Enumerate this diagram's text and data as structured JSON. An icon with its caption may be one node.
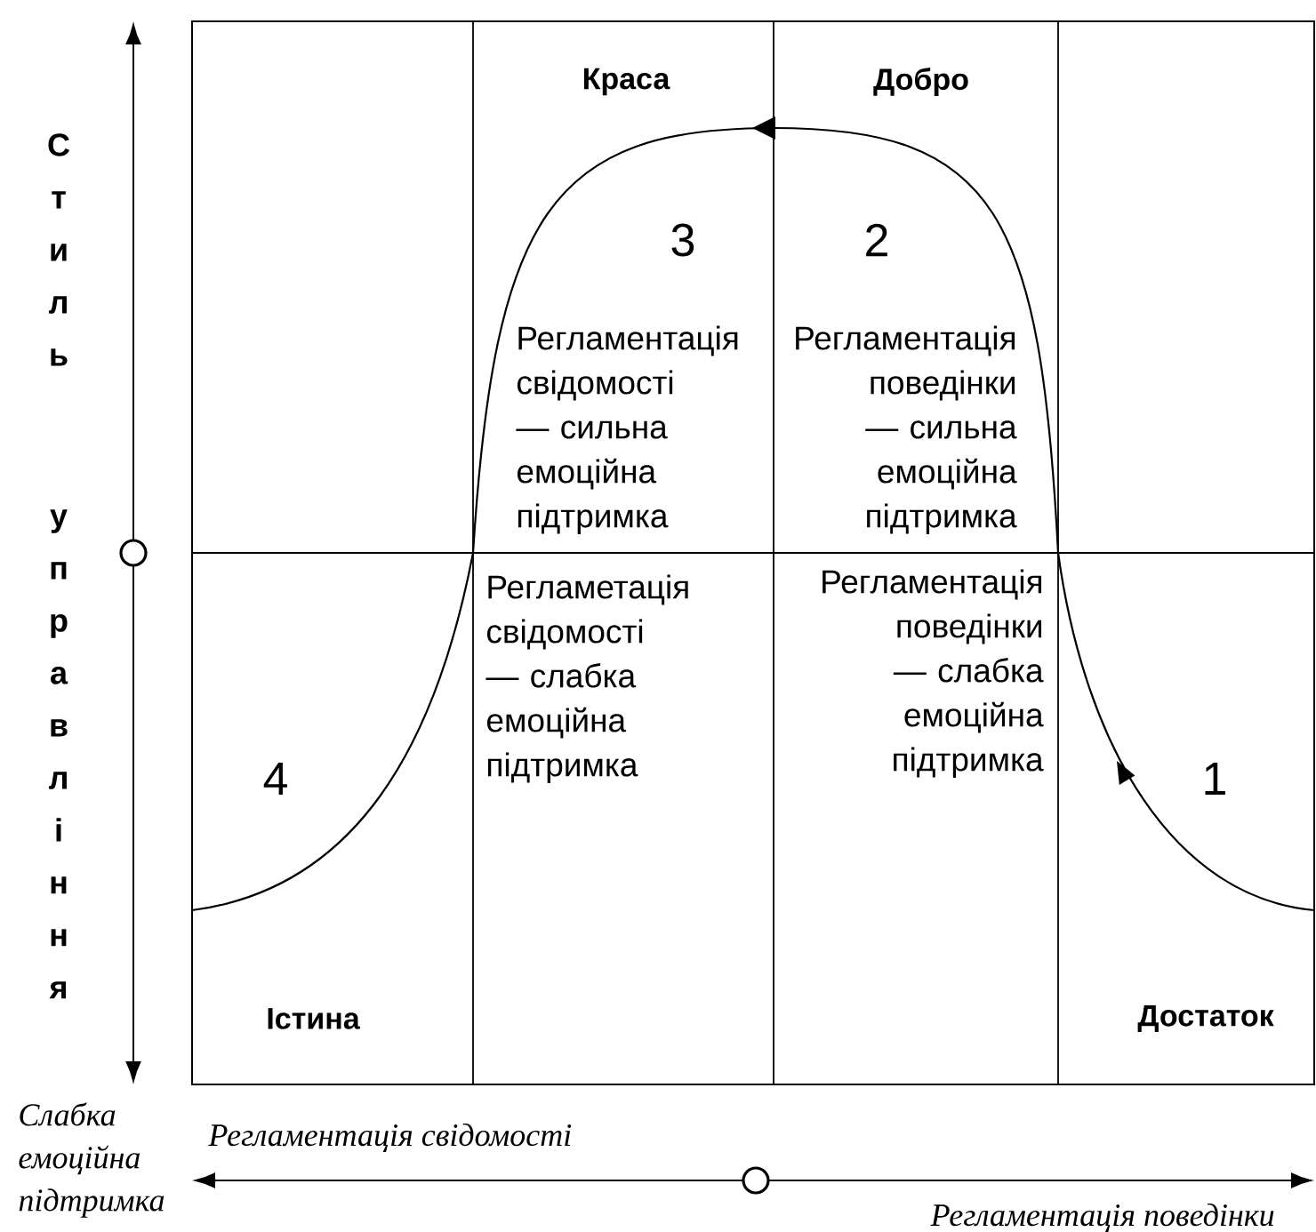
{
  "diagram": {
    "labels": [
      "Стиль управління",
      "Краса",
      "Добро",
      "3",
      "2",
      "Регламентація свідомості — сильна емоційна підтримка",
      "Регламентація поведінки — сильна емоційна підтримка",
      "Регламетація свідомості — слабка емоційна підтримка",
      "Регламентація поведінки — слабка емоційна підтримка",
      "4",
      "1",
      "Істина",
      "Достаток",
      "Слабка емоційна підтримка",
      "Регламентація свідомості",
      "Регламентація поведінки"
    ]
  }
}
